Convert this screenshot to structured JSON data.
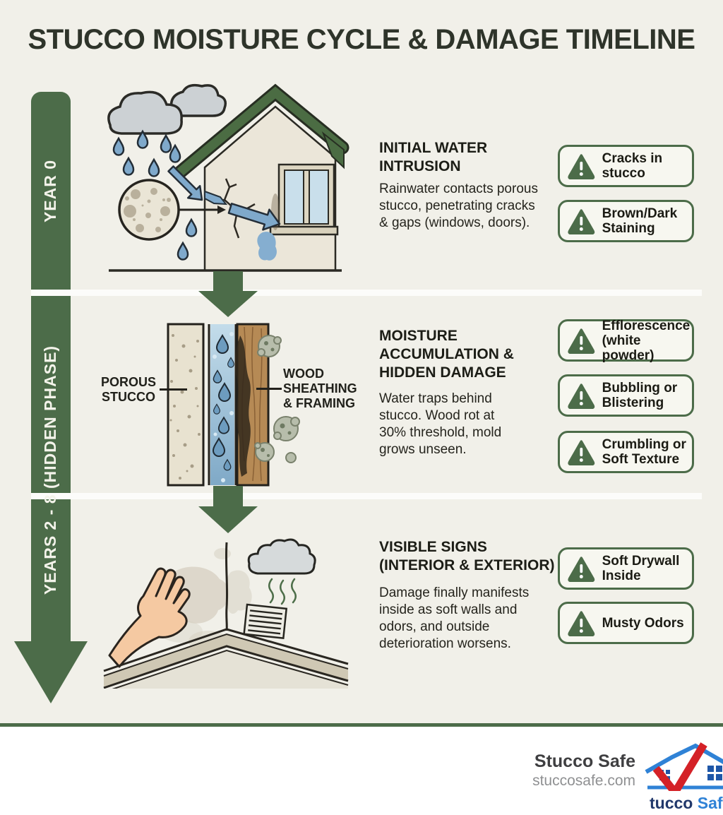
{
  "title": "STUCCO MOISTURE CYCLE & DAMAGE TIMELINE",
  "timeline": {
    "phase1": "YEAR 0",
    "phase2": "YEARS 2 - 8 (HIDDEN PHASE)"
  },
  "sections": [
    {
      "heading": "INITIAL WATER INTRUSION",
      "body": "Rainwater contacts porous stucco, penetrating cracks & gaps (windows, doors).",
      "badges": [
        "Cracks in stucco",
        "Brown/Dark Staining"
      ]
    },
    {
      "heading": "MOISTURE ACCUMULATION & HIDDEN DAMAGE",
      "body": "Water traps behind stucco. Wood rot at 30% threshold, mold grows unseen.",
      "labels": {
        "left": "POROUS STUCCO",
        "right": "WOOD SHEATHING & FRAMING"
      },
      "badges": [
        "Efflorescence (white powder)",
        "Bubbling or Blistering",
        "Crumbling or Soft Texture"
      ]
    },
    {
      "heading": "VISIBLE SIGNS (INTERIOR & EXTERIOR)",
      "body": "Damage finally manifests inside as soft walls and odors, and outside deterioration worsens.",
      "badges": [
        "Soft Drywall Inside",
        "Musty Odors"
      ]
    }
  ],
  "footer": {
    "brand": "Stucco Safe",
    "website": "stuccosafe.com",
    "logo_text_primary": "tucco",
    "logo_text_secondary": "Saf"
  },
  "colors": {
    "accent_green": "#4c6c49",
    "background": "#f1f0e9",
    "water_blue": "#7fa9cb",
    "badge_background": "#f7f7f0",
    "logo_navy": "#21386b",
    "logo_blue": "#2f82d6",
    "logo_red": "#d42127"
  }
}
